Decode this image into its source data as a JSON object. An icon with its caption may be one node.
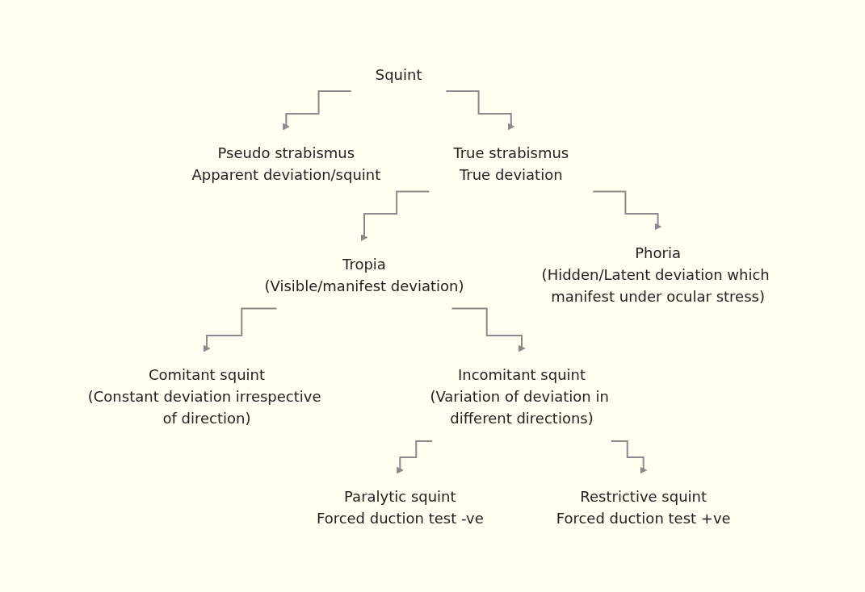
{
  "diagram": {
    "nodes": [
      {
        "text": [
          "Squint"
        ]
      },
      {
        "text": [
          "Pseudo strabismus",
          "Apparent deviation/squint"
        ]
      },
      {
        "text": [
          "True strabismus",
          "True deviation"
        ]
      },
      {
        "text": [
          "Tropia",
          "(Visible/manifest deviation)"
        ]
      },
      {
        "text": [
          "Phoria",
          "(Hidden/Latent deviation which manifest under ocular stress)"
        ]
      },
      {
        "text": [
          "Comitant squint",
          "(Constant deviation irrespective of direction)"
        ]
      },
      {
        "text": [
          "Incomitant squint",
          "(Variation of deviation in different directions)"
        ]
      },
      {
        "text": [
          "Paralytic squint",
          "Forced duction test -ve"
        ]
      },
      {
        "text": [
          "Restrictive squint",
          "Forced duction test +ve"
        ]
      }
    ],
    "edges": [
      {
        "from": 0,
        "to": 1,
        "arrow": "to"
      },
      {
        "from": 0,
        "to": 2,
        "arrow": "to"
      },
      {
        "from": 2,
        "to": 3,
        "arrow": "to"
      },
      {
        "from": 2,
        "to": 4,
        "arrow": "to"
      },
      {
        "from": 3,
        "to": 5,
        "arrow": "to"
      },
      {
        "from": 3,
        "to": 6,
        "arrow": "to"
      },
      {
        "from": 6,
        "to": 7,
        "arrow": "to"
      },
      {
        "from": 6,
        "to": 8,
        "arrow": "to"
      }
    ]
  }
}
